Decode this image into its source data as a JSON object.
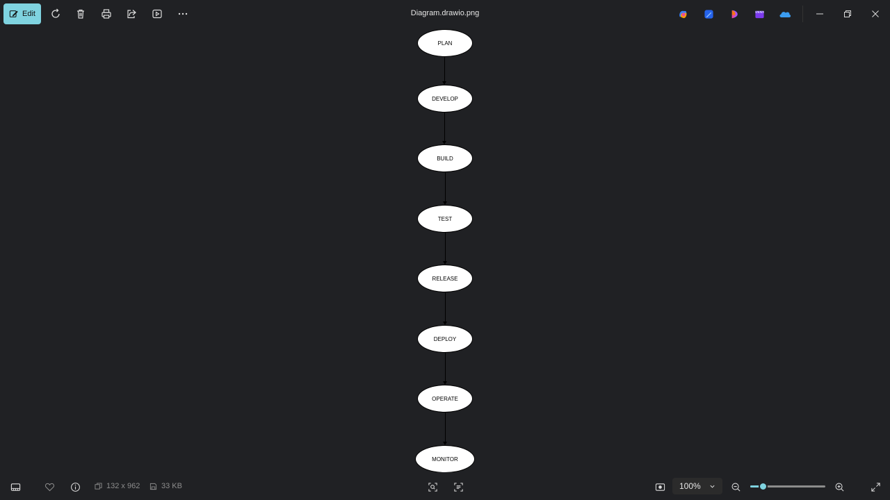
{
  "toolbar": {
    "edit_label": "Edit",
    "icons": [
      "edit-icon",
      "rotate-icon",
      "delete-icon",
      "print-icon",
      "share-icon",
      "slideshow-icon",
      "more-icon"
    ]
  },
  "window": {
    "title": "Diagram.drawio.png",
    "app_icons": [
      "copilot-icon",
      "designer-icon",
      "clipchamp-icon",
      "video-editor-icon",
      "onedrive-icon"
    ]
  },
  "diagram": {
    "nodes": [
      "PLAN",
      "DEVELOP",
      "BUILD",
      "TEST",
      "RELEASE",
      "DEPLOY",
      "OPERATE",
      "MONITOR"
    ]
  },
  "status": {
    "dimensions": "132 x 962",
    "file_size": "33 KB",
    "zoom": "100%",
    "zoom_level": 0.18
  },
  "colors": {
    "accent": "#7fd3e0",
    "background": "#202124"
  }
}
